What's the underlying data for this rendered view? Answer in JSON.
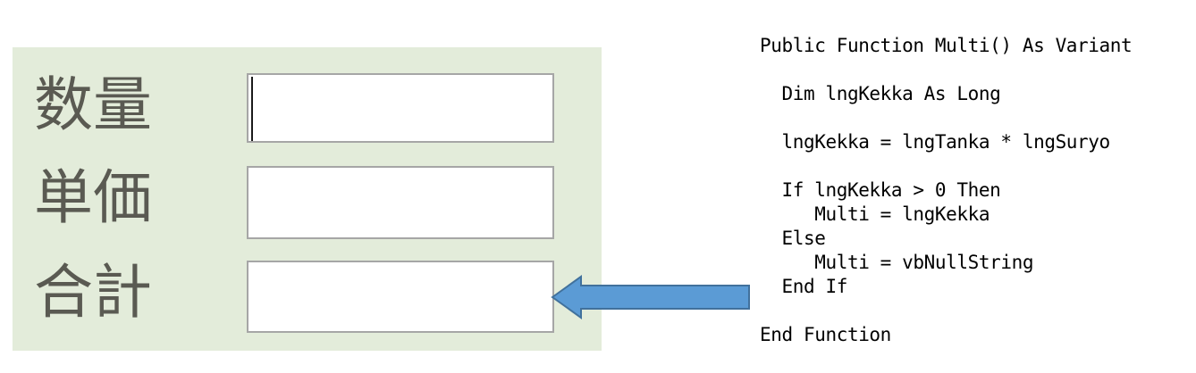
{
  "form": {
    "panel_bg": "#e3ecda",
    "label_color": "#5a5a52",
    "field_border": "#a6a6a6",
    "rows": [
      {
        "label": "数量",
        "value": "",
        "placeholder": "",
        "has_caret": true
      },
      {
        "label": "単価",
        "value": "",
        "placeholder": "",
        "has_caret": false
      },
      {
        "label": "合計",
        "value": "",
        "placeholder": "",
        "has_caret": false
      }
    ]
  },
  "arrow": {
    "name": "left-pointing-block-arrow",
    "direction": "left",
    "fill": "#5b9bd5",
    "stroke": "#41719c",
    "points_to": "合計 field"
  },
  "code": {
    "language": "VBA",
    "lines": [
      {
        "text": "Public Function Multi() As Variant",
        "blank_after": true
      },
      {
        "text": "  Dim lngKekka As Long",
        "blank_after": true
      },
      {
        "text": "  lngKekka = lngTanka * lngSuryo",
        "blank_after": true
      },
      {
        "text": "  If lngKekka > 0 Then",
        "blank_after": false
      },
      {
        "text": "     Multi = lngKekka",
        "blank_after": false
      },
      {
        "text": "  Else",
        "blank_after": false
      },
      {
        "text": "     Multi = vbNullString",
        "blank_after": false
      },
      {
        "text": "  End If",
        "blank_after": true
      },
      {
        "text": "End Function",
        "blank_after": false
      }
    ]
  }
}
